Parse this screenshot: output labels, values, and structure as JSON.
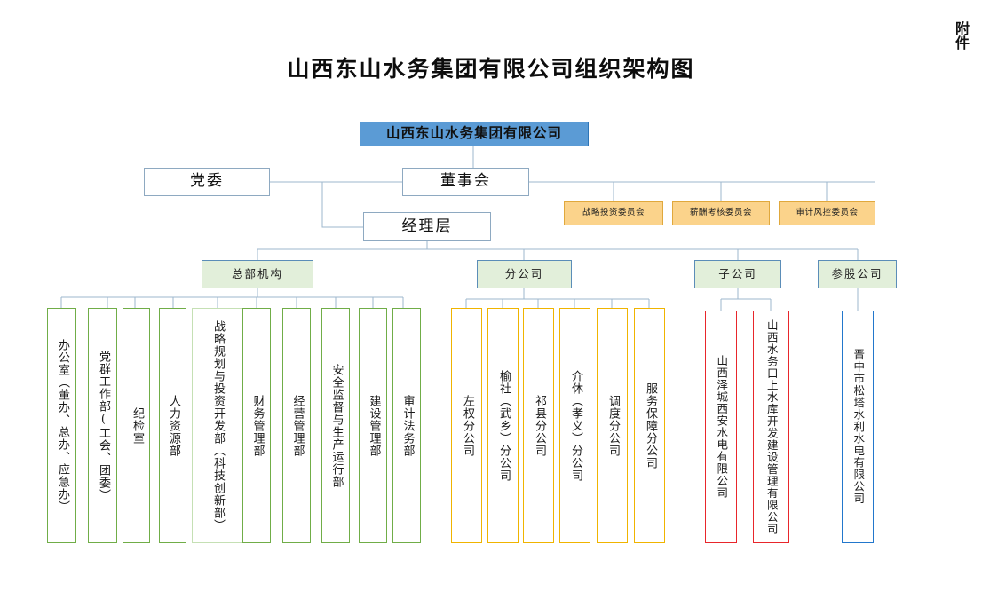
{
  "document": {
    "title": "山西东山水务集团有限公司组织架构图",
    "corner_mark": "附件"
  },
  "colors": {
    "root_fill": "#5B9BD5",
    "root_border": "#2E75B6",
    "committee_fill": "#FBD38B",
    "committee_border": "#E0A83C",
    "category_fill": "#E2EFDA",
    "category_border": "#5B8DB8",
    "department_border": "#70AD47",
    "branch_border": "#F0B400",
    "subsidiary_border": "#E8262B",
    "equity_border": "#2277CC",
    "connector": "#9DB7CE"
  },
  "nodes": {
    "root": {
      "label": "山西东山水务集团有限公司"
    },
    "party_committee": {
      "label": "党委"
    },
    "board": {
      "label": "董事会"
    },
    "management": {
      "label": "经理层"
    }
  },
  "committees": [
    {
      "label": "战略投资委员会"
    },
    {
      "label": "薪酬考核委员会"
    },
    {
      "label": "审计风控委员会"
    }
  ],
  "categories": [
    {
      "key": "headquarters",
      "label": "总部机构"
    },
    {
      "key": "branches",
      "label": "分公司"
    },
    {
      "key": "subsidiaries",
      "label": "子公司"
    },
    {
      "key": "equity",
      "label": "参股公司"
    }
  ],
  "departments": [
    {
      "label": "办公室（董办、总办、应急办）"
    },
    {
      "label": "党群工作部(工会、团委）"
    },
    {
      "label": "纪检室"
    },
    {
      "label": "人力资源部"
    },
    {
      "label": "战略规划与投资开发部（科技创新部）"
    },
    {
      "label": "财务管理部"
    },
    {
      "label": "经营管理部"
    },
    {
      "label": "安全监督与生产运行部"
    },
    {
      "label": "建设管理部"
    },
    {
      "label": "审计法务部"
    }
  ],
  "branch_companies": [
    {
      "label": "左权分公司"
    },
    {
      "label": "榆社（武乡）分公司"
    },
    {
      "label": "祁县分公司"
    },
    {
      "label": "介休（孝义）分公司"
    },
    {
      "label": "调度分公司"
    },
    {
      "label": "服务保障分公司"
    }
  ],
  "subsidiary_companies": [
    {
      "label": "山西泽城西安水电有限公司"
    },
    {
      "label": "山西水务口上水库开发建设管理有限公司"
    }
  ],
  "equity_companies": [
    {
      "label": "晋中市松塔水利水电有限公司"
    }
  ]
}
